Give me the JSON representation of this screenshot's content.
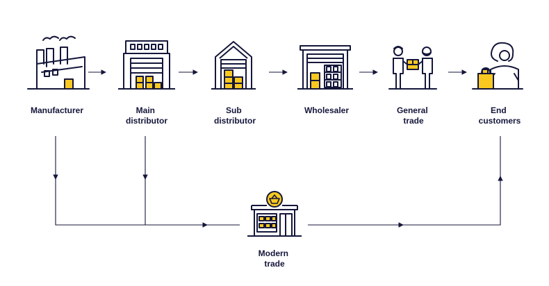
{
  "colors": {
    "line": "#14163a",
    "accent": "#f9c921",
    "background": "#ffffff"
  },
  "nodes": {
    "manufacturer": {
      "label": [
        "Manufacturer"
      ],
      "icon": "factory-icon"
    },
    "main_distributor": {
      "label": [
        "Main",
        "distributor"
      ],
      "icon": "distribution-warehouse-icon"
    },
    "sub_distributor": {
      "label": [
        "Sub",
        "distributor"
      ],
      "icon": "storage-barn-icon"
    },
    "wholesaler": {
      "label": [
        "Wholesaler"
      ],
      "icon": "warehouse-shelves-icon"
    },
    "general_trade": {
      "label": [
        "General",
        "trade"
      ],
      "icon": "people-exchange-box-icon"
    },
    "end_customers": {
      "label": [
        "End",
        "customers"
      ],
      "icon": "shopper-with-bags-icon"
    },
    "modern_trade": {
      "label": [
        "Modern",
        "trade"
      ],
      "icon": "supermarket-store-icon"
    }
  },
  "edges": [
    {
      "from": "manufacturer",
      "to": "main_distributor"
    },
    {
      "from": "main_distributor",
      "to": "sub_distributor"
    },
    {
      "from": "sub_distributor",
      "to": "wholesaler"
    },
    {
      "from": "wholesaler",
      "to": "general_trade"
    },
    {
      "from": "general_trade",
      "to": "end_customers"
    },
    {
      "from": "manufacturer",
      "to": "modern_trade"
    },
    {
      "from": "main_distributor",
      "to": "modern_trade"
    },
    {
      "from": "modern_trade",
      "to": "end_customers"
    }
  ]
}
